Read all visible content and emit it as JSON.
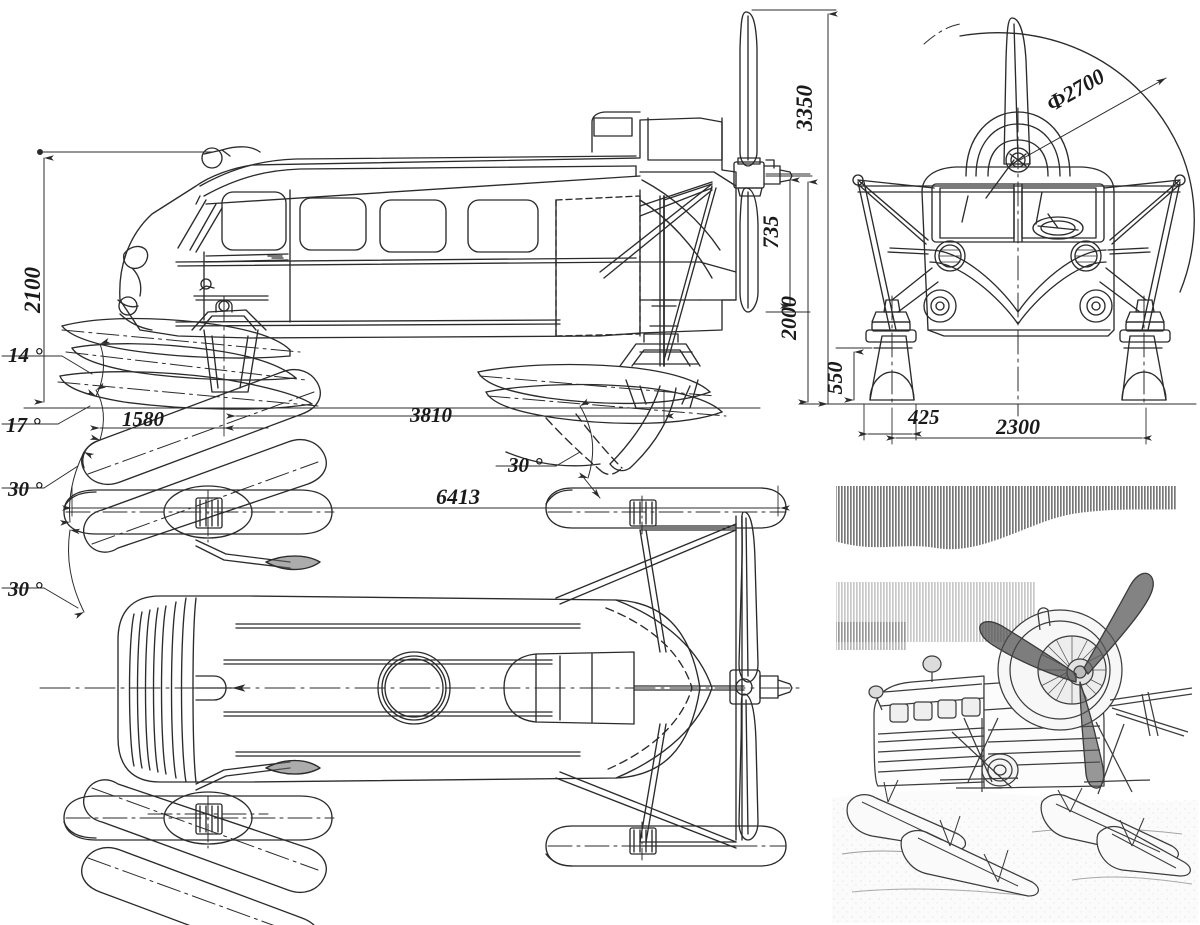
{
  "drawing": {
    "title": "Aerosan propeller-driven snow vehicle general arrangement drawing",
    "sheet_background": "#ffffff",
    "line_color": "#2b2b2b",
    "views": [
      {
        "name": "side-elevation",
        "label": ""
      },
      {
        "name": "front-elevation",
        "label": ""
      },
      {
        "name": "plan-view",
        "label": ""
      },
      {
        "name": "photograph",
        "label": ""
      }
    ]
  },
  "dimensions": {
    "side": {
      "overall_height": "2100",
      "front_ski_base": "1580",
      "ski_wheelbase": "3810",
      "front_ski_rake_angle": "14 °",
      "front_ski_pivot_angle": "17 °",
      "rear_ski_steer_angle": "30 °"
    },
    "rear_propeller": {
      "total_height": "3350",
      "prop_ground_clearance": "735",
      "prop_centre_height": "2000"
    },
    "front": {
      "ski_height": "550",
      "ski_inner_offset": "425",
      "track_width": "2300",
      "propeller_diameter": "Ф2700"
    },
    "plan": {
      "overall_length": "6413",
      "front_ski_steer_left": "30 °",
      "front_ski_steer_right": "30 °"
    }
  },
  "labels": [
    {
      "id": "h2100",
      "text": "2100",
      "orientation": "vertical"
    },
    {
      "id": "a14",
      "text": "14 °",
      "orientation": "horizontal"
    },
    {
      "id": "a17",
      "text": "17 °",
      "orientation": "horizontal"
    },
    {
      "id": "d1580",
      "text": "1580",
      "orientation": "horizontal"
    },
    {
      "id": "d3810",
      "text": "3810",
      "orientation": "horizontal"
    },
    {
      "id": "a30mid",
      "text": "30 °",
      "orientation": "horizontal"
    },
    {
      "id": "h3350",
      "text": "3350",
      "orientation": "vertical"
    },
    {
      "id": "h735",
      "text": "735",
      "orientation": "vertical"
    },
    {
      "id": "h2000",
      "text": "2000",
      "orientation": "vertical"
    },
    {
      "id": "h550",
      "text": "550",
      "orientation": "vertical"
    },
    {
      "id": "d425",
      "text": "425",
      "orientation": "horizontal"
    },
    {
      "id": "d2300",
      "text": "2300",
      "orientation": "horizontal"
    },
    {
      "id": "dia2700",
      "text": "Ф2700",
      "orientation": "diagonal"
    },
    {
      "id": "a30tl",
      "text": "30 °",
      "orientation": "horizontal"
    },
    {
      "id": "a30bl",
      "text": "30 °",
      "orientation": "horizontal"
    },
    {
      "id": "d6413",
      "text": "6413",
      "orientation": "horizontal"
    }
  ],
  "photograph": {
    "name": "aerosan-photo",
    "description": "Halftone photograph of the aerosan standing on snow with tractor propeller and four skis",
    "sky_texture": "vertical-line-halftone"
  }
}
